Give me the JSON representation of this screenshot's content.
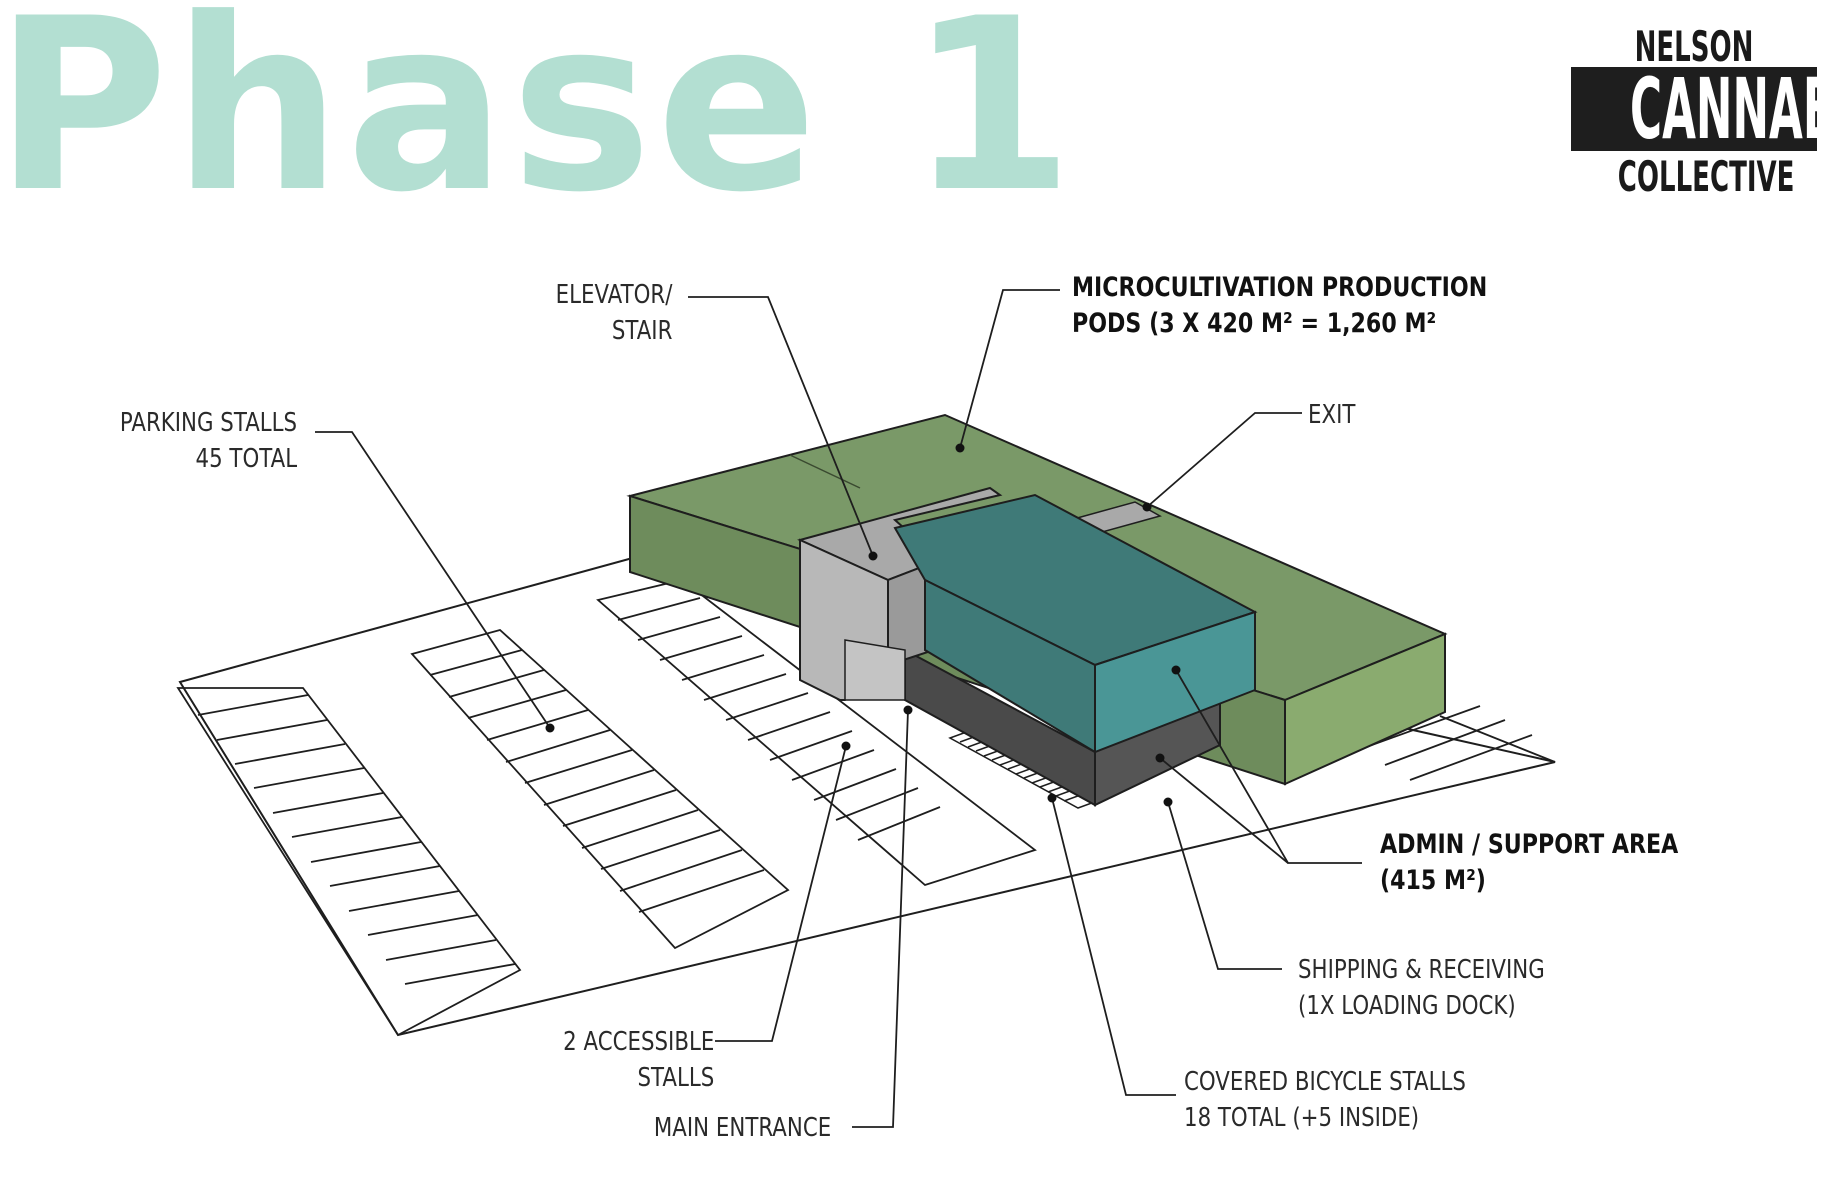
{
  "title": "Phase 1",
  "logo": {
    "top": "NELSON",
    "middle": "CANNABIS",
    "bottom": "COLLECTIVE"
  },
  "labels": {
    "elevator": [
      "ELEVATOR/",
      "STAIR"
    ],
    "micro": [
      "MICROCULTIVATION PRODUCTION",
      "PODS (3 X 420 M² = 1,260 M²"
    ],
    "exit": [
      "EXIT"
    ],
    "parking": [
      "PARKING STALLS",
      "45 TOTAL"
    ],
    "admin": [
      "ADMIN / SUPPORT AREA",
      "(415 M²)"
    ],
    "shipping": [
      "SHIPPING & RECEIVING",
      "(1X LOADING DOCK)"
    ],
    "accessible": [
      "2 ACCESSIBLE",
      "STALLS"
    ],
    "entrance": [
      "MAIN ENTRANCE"
    ],
    "bicycle": [
      "COVERED BICYCLE STALLS",
      "18 TOTAL (+5 INSIDE)"
    ]
  },
  "colors": {
    "title": "#b3dfd2",
    "green_top": "#7a9968",
    "green_front": "#8aab6f",
    "green_side": "#6e8c5c",
    "teal_top": "#3f7a78",
    "teal_front": "#4a9696",
    "grey_light": "#a9a9a9",
    "grey_dark": "#4a4a4a"
  }
}
